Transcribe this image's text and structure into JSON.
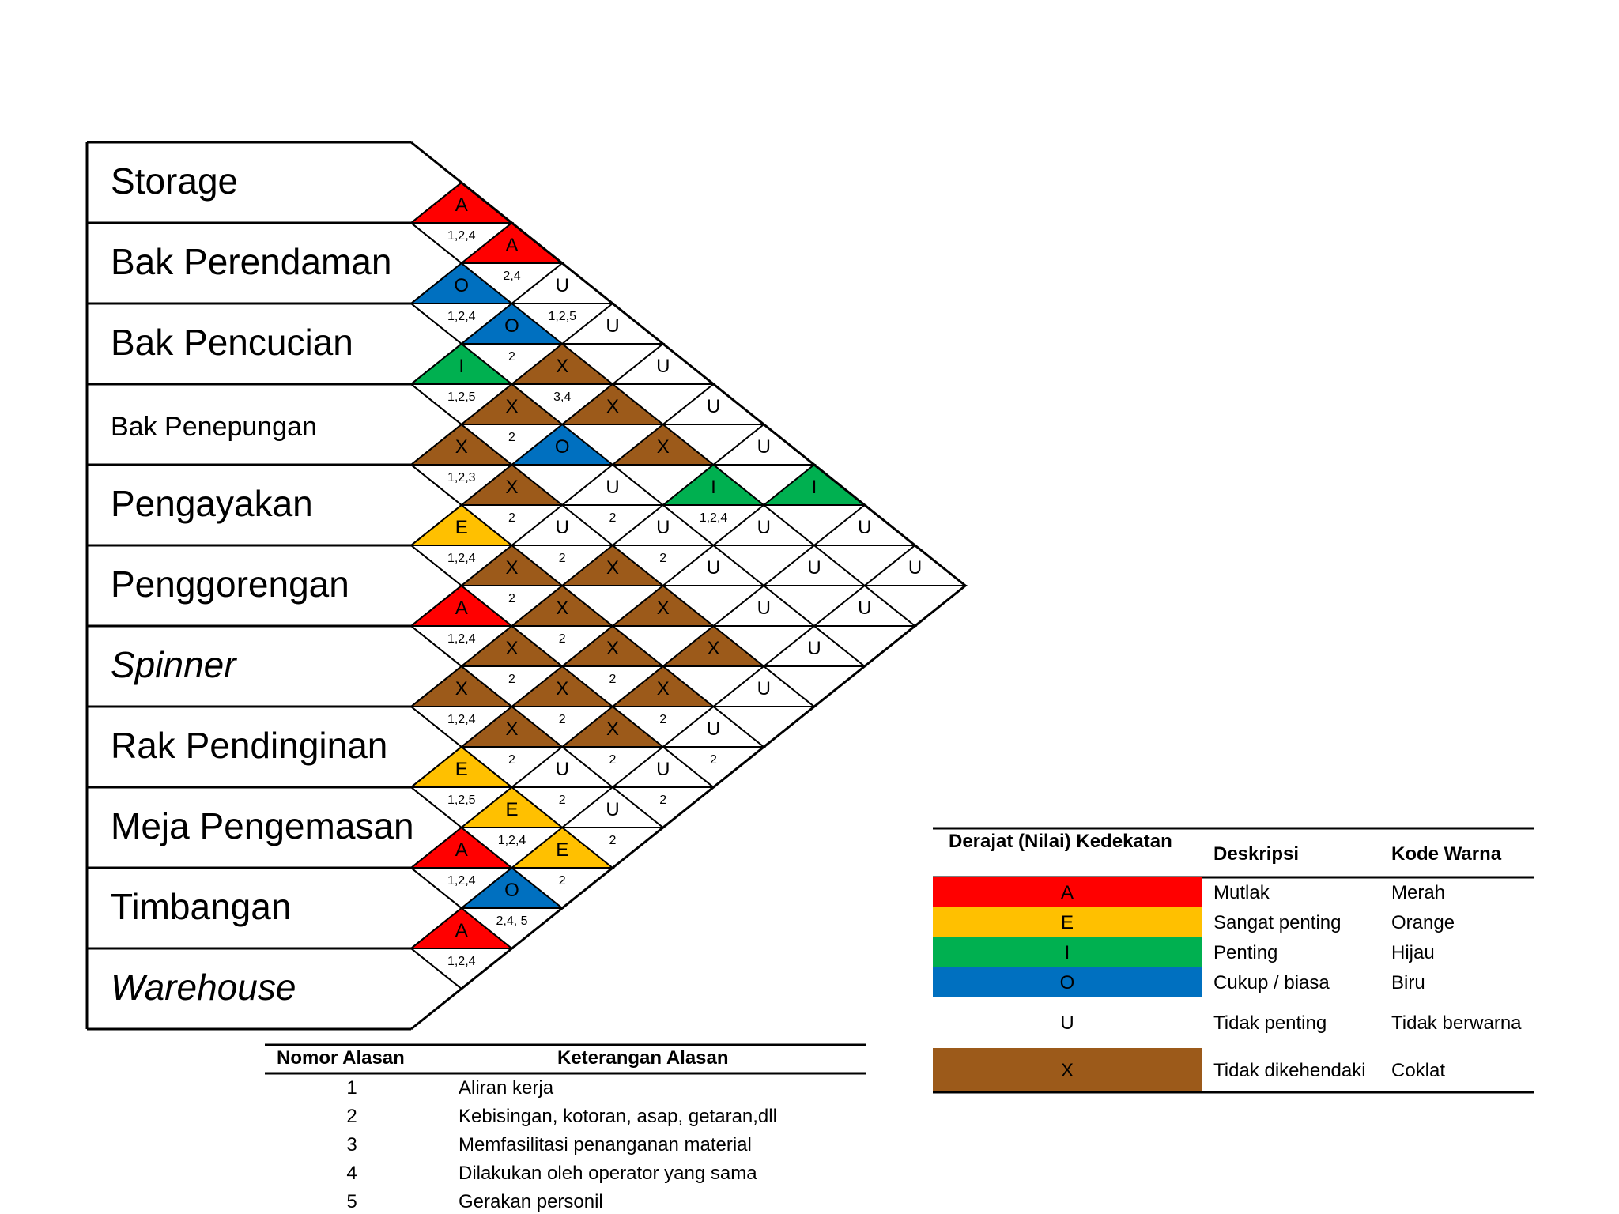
{
  "departments": [
    {
      "label": "Storage",
      "italic": false
    },
    {
      "label": "Bak Perendaman",
      "italic": false
    },
    {
      "label": "Bak Pencucian",
      "italic": false
    },
    {
      "label": "Bak Penepungan",
      "italic": false
    },
    {
      "label": "Pengayakan",
      "italic": false
    },
    {
      "label": "Penggorengan",
      "italic": false
    },
    {
      "label": "Spinner",
      "italic": true
    },
    {
      "label": "Rak Pendinginan",
      "italic": false
    },
    {
      "label": "Meja Pengemasan",
      "italic": false
    },
    {
      "label": "Timbangan",
      "italic": false
    },
    {
      "label": "Warehouse",
      "italic": true
    }
  ],
  "relationships": [
    [
      "A",
      "O",
      "I",
      "X",
      "E",
      "A",
      "X",
      "E",
      "A",
      "A"
    ],
    [
      "A",
      "O",
      "X",
      "X",
      "X",
      "X",
      "X",
      "E",
      "O"
    ],
    [
      "U",
      "X",
      "O",
      "U",
      "X",
      "X",
      "U",
      "E"
    ],
    [
      "U",
      "X",
      "U",
      "X",
      "X",
      "X",
      "U"
    ],
    [
      "U",
      "X",
      "U",
      "X",
      "X",
      "U"
    ],
    [
      "U",
      "I",
      "U",
      "X",
      "U"
    ],
    [
      "U",
      "U",
      "U",
      "U"
    ],
    [
      "I",
      "U",
      "U"
    ],
    [
      "U",
      "U"
    ],
    [
      "U"
    ]
  ],
  "reasons": [
    [
      "1,2,4",
      "1,2,4",
      "1,2,5",
      "1,2,3",
      "1,2,4",
      "1,2,4",
      "1,2,4",
      "1,2,5",
      "1,2,4",
      "1,2,4"
    ],
    [
      "2,4",
      "2",
      "2",
      "2",
      "2",
      "2",
      "2",
      "1,2,4",
      "2,4, 5"
    ],
    [
      "1,2,5",
      "3,4",
      "",
      "2",
      "2",
      "2",
      "2",
      "2"
    ],
    [
      "",
      "",
      "2",
      "",
      "2",
      "2",
      "2"
    ],
    [
      "",
      "",
      "2",
      "",
      "2",
      "2"
    ],
    [
      "",
      "1,2,4",
      "",
      "",
      "2"
    ],
    [
      "",
      "",
      "",
      ""
    ],
    [
      "",
      "",
      ""
    ],
    [
      "",
      ""
    ],
    [
      ""
    ]
  ],
  "colors": {
    "A": "#ff0000",
    "E": "#ffc000",
    "I": "#00b050",
    "O": "#0070c0",
    "U": "#ffffff",
    "X": "#9c5a1a"
  },
  "legend": {
    "headers": [
      "Derajat (Nilai) Kedekatan",
      "Deskripsi",
      "Kode Warna"
    ],
    "rows": [
      {
        "code": "A",
        "description": "Mutlak",
        "color_name": "Merah"
      },
      {
        "code": "E",
        "description": "Sangat penting",
        "color_name": "Orange"
      },
      {
        "code": "I",
        "description": "Penting",
        "color_name": "Hijau"
      },
      {
        "code": "O",
        "description": "Cukup / biasa",
        "color_name": "Biru"
      },
      {
        "code": "U",
        "description": "Tidak penting",
        "color_name": "Tidak berwarna"
      },
      {
        "code": "X",
        "description": "Tidak dikehendaki",
        "color_name": "Coklat"
      }
    ]
  },
  "reason_table": {
    "headers": [
      "Nomor Alasan",
      "Keterangan Alasan"
    ],
    "rows": [
      {
        "number": "1",
        "text": "Aliran kerja"
      },
      {
        "number": "2",
        "text": "Kebisingan, kotoran, asap, getaran,dll"
      },
      {
        "number": "3",
        "text": "Memfasilitasi penanganan material"
      },
      {
        "number": "4",
        "text": "Dilakukan oleh operator yang sama"
      },
      {
        "number": "5",
        "text": "Gerakan personil"
      }
    ]
  }
}
